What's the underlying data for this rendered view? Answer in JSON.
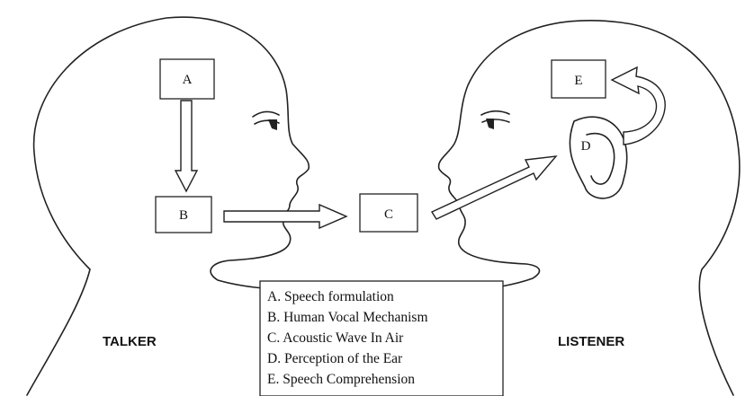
{
  "nodes": {
    "A": "A",
    "B": "B",
    "C": "C",
    "D": "D",
    "E": "E"
  },
  "people": {
    "talker": "TALKER",
    "listener": "LISTENER"
  },
  "legend": [
    "A.  Speech formulation",
    "B.  Human Vocal Mechanism",
    "C.  Acoustic Wave In Air",
    "D.  Perception of the Ear",
    "E.  Speech Comprehension"
  ],
  "icons": {
    "talker_eye": "eye-icon",
    "listener_eye": "eye-icon",
    "ear": "ear-icon"
  }
}
